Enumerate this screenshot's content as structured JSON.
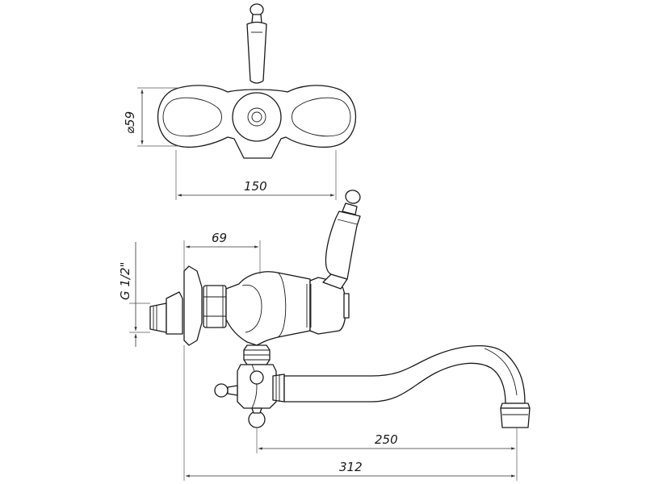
{
  "dimensions": {
    "diameter": "⌀59",
    "width_top": "150",
    "depth": "69",
    "thread": "G 1/2\"",
    "spout_reach": "250",
    "overall_length": "312"
  },
  "colors": {
    "line": "#1a1a1a",
    "background": "#ffffff"
  }
}
